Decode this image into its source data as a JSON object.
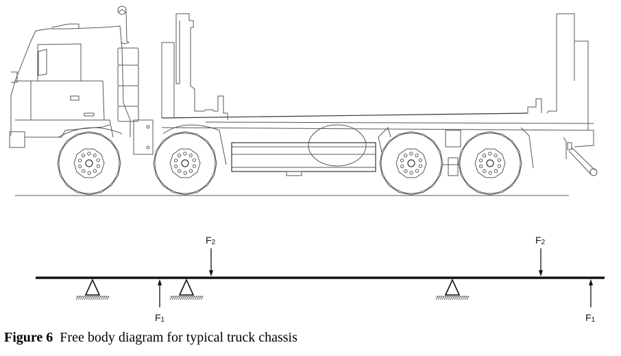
{
  "figure": {
    "caption_number": "Figure 6",
    "caption_text": "Free body diagram for typical truck chassis"
  },
  "illustration": {
    "subject": "8x8 truck chassis side view (line drawing)",
    "axles": 4
  },
  "free_body_diagram": {
    "beam": "truck chassis frame",
    "supports": [
      {
        "id": "support-1",
        "type": "pin"
      },
      {
        "id": "support-2",
        "type": "pin"
      },
      {
        "id": "support-3",
        "type": "pin"
      }
    ],
    "forces": [
      {
        "id": "f1-left",
        "label": "F",
        "subscript": "1",
        "direction": "up"
      },
      {
        "id": "f2-left",
        "label": "F",
        "subscript": "2",
        "direction": "down"
      },
      {
        "id": "f2-right",
        "label": "F",
        "subscript": "2",
        "direction": "down"
      },
      {
        "id": "f1-right",
        "label": "F",
        "subscript": "1",
        "direction": "up"
      }
    ]
  }
}
